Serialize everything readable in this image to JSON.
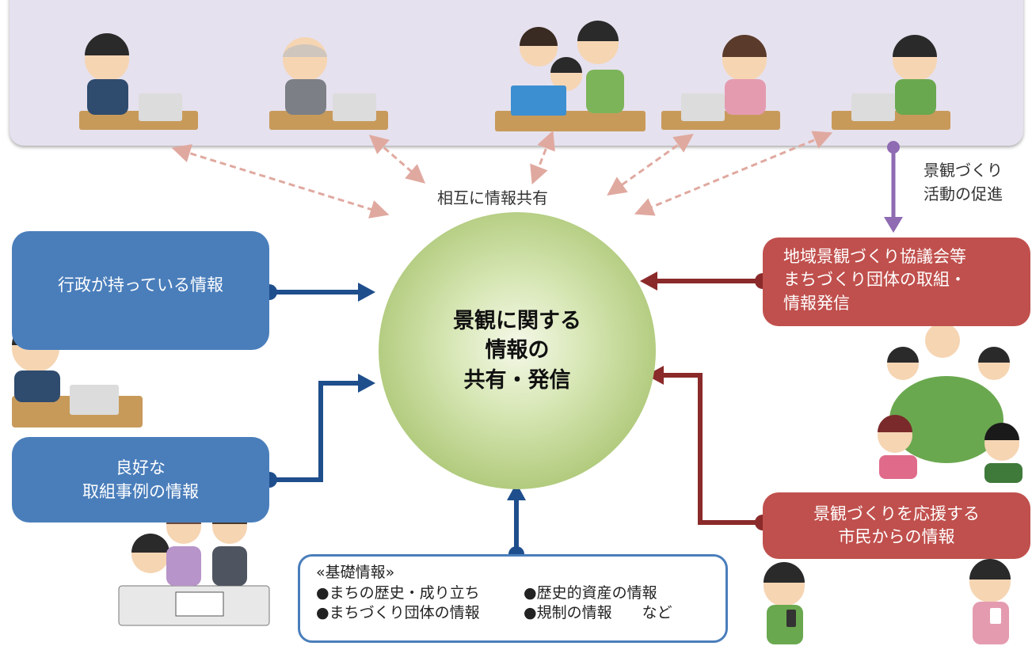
{
  "mutual_label": "相互に情報共有",
  "promotion_label": [
    "景観づくり",
    "活動の促進"
  ],
  "center_lines": [
    "景観に関する",
    "情報の",
    "共有・発信"
  ],
  "left_boxes": {
    "admin_info": "行政が持っている情報",
    "good_examples": [
      "良好な",
      "取組事例の情報"
    ]
  },
  "right_boxes": {
    "council": [
      "地域景観づくり協議会等",
      "まちづくり団体の取組・",
      "情報発信"
    ],
    "citizens": [
      "景観づくりを応援する",
      "市民からの情報"
    ]
  },
  "basic_info": {
    "title": "«基礎情報»",
    "row1": [
      "●まちの歴史・成り立ち",
      "●歴史的資産の情報"
    ],
    "row2": [
      "●まちづくり団体の情報",
      "●規制の情報　　など"
    ]
  },
  "colors": {
    "blue": "#4a7ebb",
    "red": "#c0504d",
    "arrow_blue": "#1f4e8c",
    "arrow_red": "#8b2a2a",
    "dashed": "#e0a9a0",
    "purple": "#8e6bb2"
  }
}
